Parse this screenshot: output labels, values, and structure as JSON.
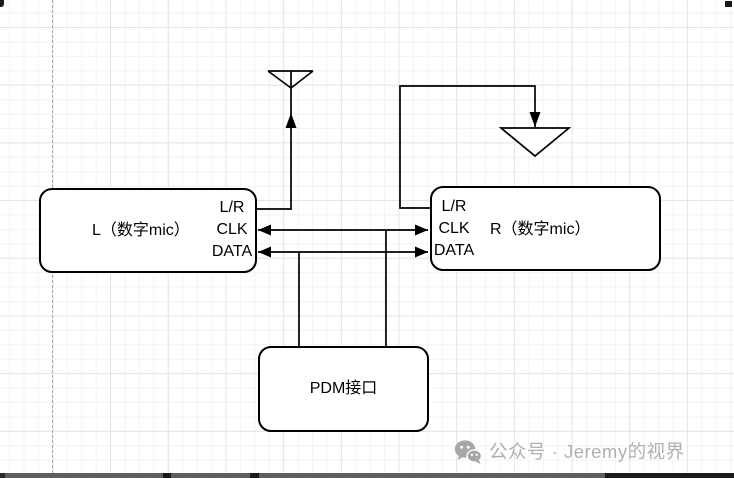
{
  "canvas": {
    "background": "#ffffff",
    "grid_major_color": "#e4e4e4",
    "grid_minor_color": "#f3f3f3",
    "stroke_color": "#000000"
  },
  "nodes": {
    "left_mic": {
      "label": "L（数字mic）",
      "pins": [
        "L/R",
        "CLK",
        "DATA"
      ]
    },
    "right_mic": {
      "label": "R（数字mic）",
      "pins": [
        "L/R",
        "CLK",
        "DATA"
      ]
    },
    "pdm": {
      "label": "PDM接口"
    }
  },
  "symbols": {
    "left_lr_tie": "vdd-antenna-symbol",
    "right_lr_tie": "ground-symbol"
  },
  "watermark": {
    "icon": "wechat-icon",
    "text": "公众号 · Jeremy的视界",
    "color": "#b0b0b0"
  }
}
